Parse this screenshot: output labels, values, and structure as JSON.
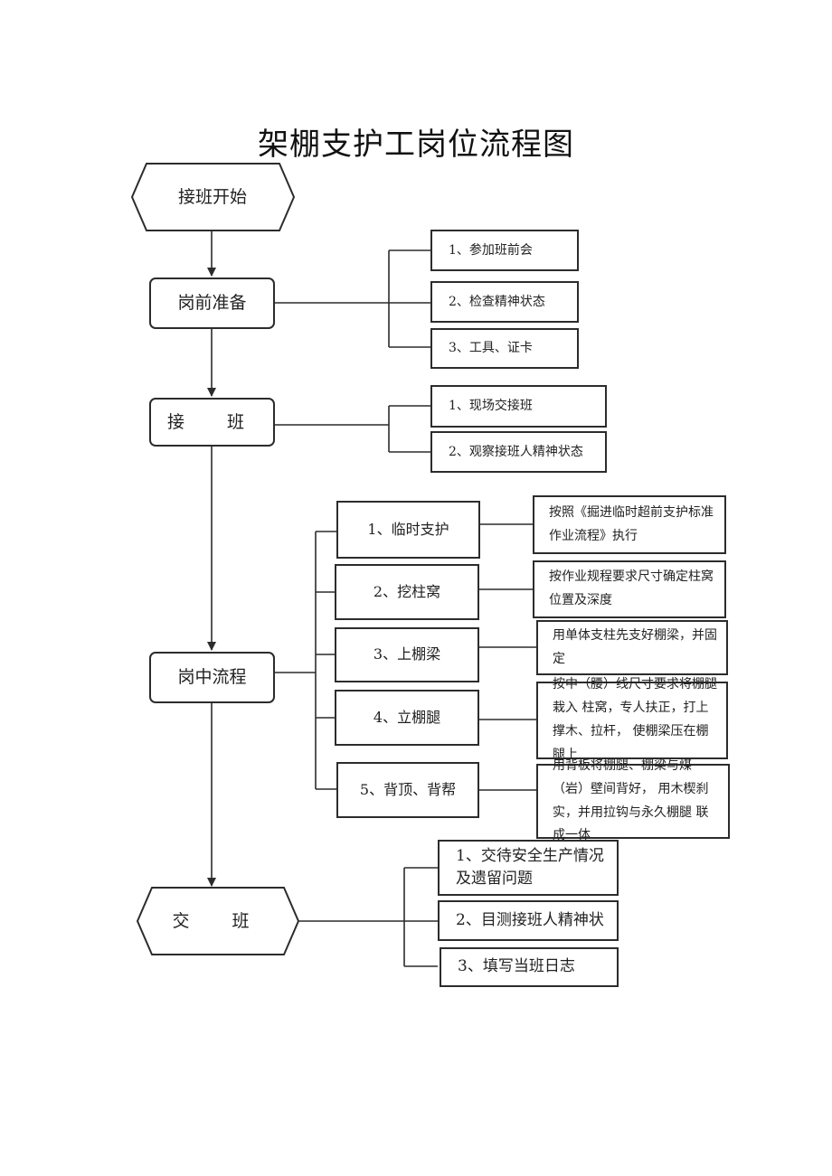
{
  "title": "架棚支护工岗位流程图",
  "steps": {
    "start": "接班开始",
    "prepare": "岗前准备",
    "takeover": "接　班",
    "process": "岗中流程",
    "handover": "交　班"
  },
  "prepare_items": [
    "1、参加班前会",
    "2、检查精神状态",
    "3、工具、证卡"
  ],
  "takeover_items": [
    "1、现场交接班",
    "2、观察接班人精神状态"
  ],
  "process_items": [
    "1、临时支护",
    "2、挖柱窝",
    "3、上棚梁",
    "4、立棚腿",
    "5、背顶、背帮"
  ],
  "process_notes": [
    "按照《掘进临时超前支护标准作业流程》执行",
    "按作业规程要求尺寸确定柱窝位置及深度",
    "用单体支柱先支好棚梁，并固定",
    "按中（腰）线尺寸要求将棚腿栽入 柱窝，专人扶正，打上撑木、拉杆， 使棚梁压在棚腿上",
    "用背板将棚腿、棚梁与煤（岩）壁间背好， 用木楔刹实，并用拉钩与永久棚腿 联成一体"
  ],
  "handover_items": [
    "1、交待安全生产情况及遗留问题",
    "2、目测接班人精神状",
    "3、填写当班日志"
  ]
}
